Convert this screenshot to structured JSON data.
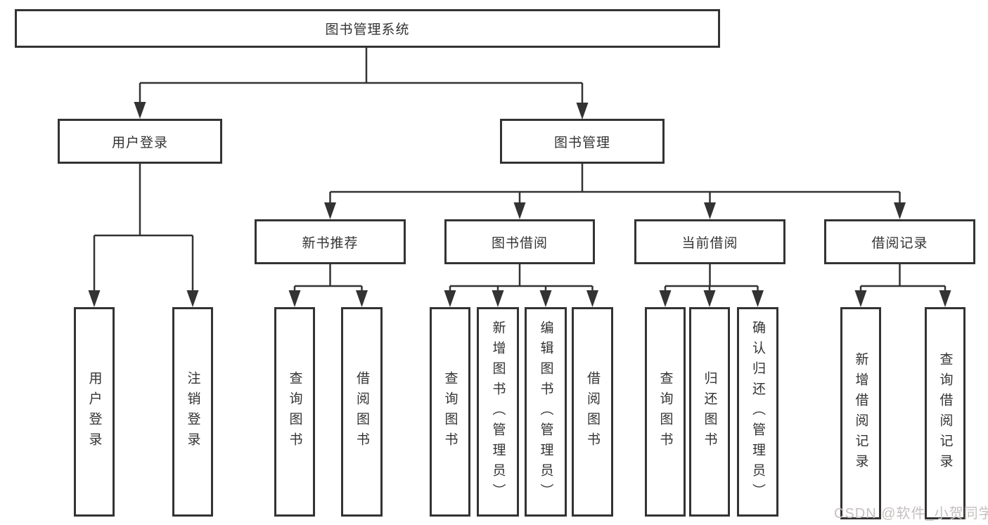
{
  "diagram_type": "hierarchy-tree",
  "colors": {
    "line": "#333333",
    "box_border": "#333333",
    "text": "#333333",
    "watermark": "#c6bfbf",
    "background": "#ffffff"
  },
  "tree": {
    "label": "图书管理系统",
    "children": [
      {
        "label": "用户登录",
        "children": [
          {
            "label": "用户登录"
          },
          {
            "label": "注销登录"
          }
        ]
      },
      {
        "label": "图书管理",
        "children": [
          {
            "label": "新书推荐",
            "children": [
              {
                "label": "查询图书"
              },
              {
                "label": "借阅图书"
              }
            ]
          },
          {
            "label": "图书借阅",
            "children": [
              {
                "label": "查询图书"
              },
              {
                "label": "新增图书（管理员）"
              },
              {
                "label": "编辑图书（管理员）"
              },
              {
                "label": "借阅图书"
              }
            ]
          },
          {
            "label": "当前借阅",
            "children": [
              {
                "label": "查询图书"
              },
              {
                "label": "归还图书"
              },
              {
                "label": "确认归还（管理员）"
              }
            ]
          },
          {
            "label": "借阅记录",
            "children": [
              {
                "label": "新增借阅记录"
              },
              {
                "label": "查询借阅记录"
              }
            ]
          }
        ]
      }
    ]
  },
  "watermark": {
    "text": "CSDN @软件_小贺同学"
  }
}
